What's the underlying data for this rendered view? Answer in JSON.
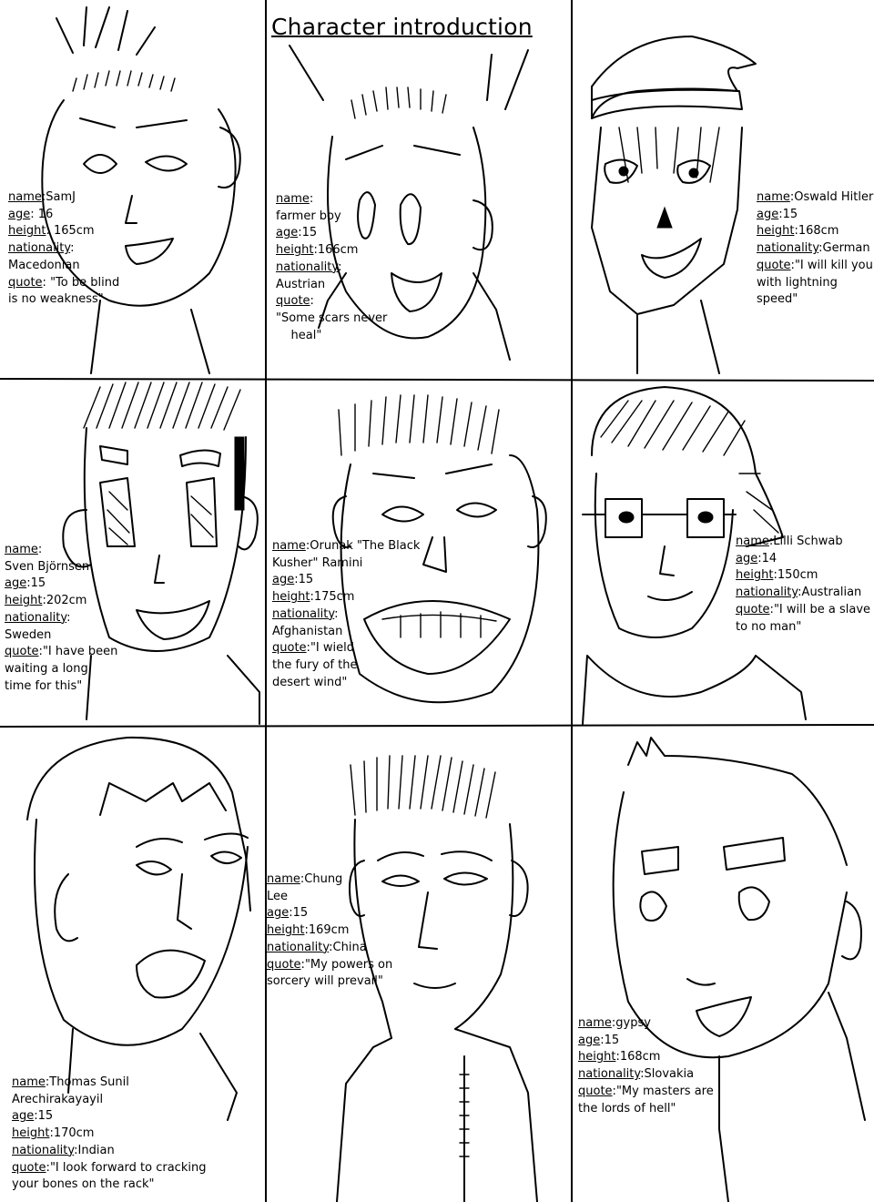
{
  "title": "Character introduction",
  "characters": [
    {
      "rows": [
        {
          "key": "name",
          "sep": ":",
          "val": "SamJ"
        },
        {
          "key": "age",
          "sep": ":",
          "val": " 16"
        },
        {
          "key": "height",
          "sep": ":",
          "val": " 165cm"
        },
        {
          "key": "nationality",
          "sep": ":",
          "val": ""
        },
        {
          "key": "",
          "sep": "",
          "val": "Macedonian"
        },
        {
          "key": "quote",
          "sep": ":",
          "val": " \"To be blind"
        },
        {
          "key": "",
          "sep": "",
          "val": "is no weakness\""
        }
      ]
    },
    {
      "rows": [
        {
          "key": "name",
          "sep": ":",
          "val": ""
        },
        {
          "key": "",
          "sep": "",
          "val": "farmer boy"
        },
        {
          "key": "age",
          "sep": ":",
          "val": "15"
        },
        {
          "key": "height",
          "sep": ":",
          "val": "166cm"
        },
        {
          "key": "nationality",
          "sep": ":",
          "val": ""
        },
        {
          "key": "",
          "sep": "",
          "val": "Austrian"
        },
        {
          "key": "quote",
          "sep": ":",
          "val": ""
        },
        {
          "key": "",
          "sep": "",
          "val": "\"Some scars never"
        },
        {
          "key": "",
          "sep": "",
          "val": "    heal\""
        }
      ]
    },
    {
      "rows": [
        {
          "key": "name",
          "sep": ":",
          "val": "Oswald Hitler"
        },
        {
          "key": "age",
          "sep": ":",
          "val": "15"
        },
        {
          "key": "height",
          "sep": ":",
          "val": "168cm"
        },
        {
          "key": "nationality",
          "sep": ":",
          "val": "German"
        },
        {
          "key": "quote",
          "sep": ":",
          "val": "\"I will kill you"
        },
        {
          "key": "",
          "sep": "",
          "val": "with lightning"
        },
        {
          "key": "",
          "sep": "",
          "val": "speed\""
        }
      ]
    },
    {
      "rows": [
        {
          "key": "name",
          "sep": ":",
          "val": ""
        },
        {
          "key": "",
          "sep": "",
          "val": "Sven Björnsen"
        },
        {
          "key": "age",
          "sep": ":",
          "val": "15"
        },
        {
          "key": "height",
          "sep": ":",
          "val": "202cm"
        },
        {
          "key": "nationality",
          "sep": ":",
          "val": ""
        },
        {
          "key": "",
          "sep": "",
          "val": "Sweden"
        },
        {
          "key": "quote",
          "sep": ":",
          "val": "\"I have been"
        },
        {
          "key": "",
          "sep": "",
          "val": "waiting a long"
        },
        {
          "key": "",
          "sep": "",
          "val": "time for this\""
        }
      ]
    },
    {
      "rows": [
        {
          "key": "name",
          "sep": ":",
          "val": "Orunak \"The Black"
        },
        {
          "key": "",
          "sep": "",
          "val": "Kusher\" Ramini"
        },
        {
          "key": "age",
          "sep": ":",
          "val": "15"
        },
        {
          "key": "height",
          "sep": ":",
          "val": "175cm"
        },
        {
          "key": "nationality",
          "sep": ":",
          "val": ""
        },
        {
          "key": "",
          "sep": "",
          "val": "Afghanistan"
        },
        {
          "key": "quote",
          "sep": ":",
          "val": "\"I wield"
        },
        {
          "key": "",
          "sep": "",
          "val": "the fury of the"
        },
        {
          "key": "",
          "sep": "",
          "val": "desert wind\""
        }
      ]
    },
    {
      "rows": [
        {
          "key": "name",
          "sep": ":",
          "val": "Lilli Schwab"
        },
        {
          "key": "age",
          "sep": ":",
          "val": "14"
        },
        {
          "key": "height",
          "sep": ":",
          "val": "150cm"
        },
        {
          "key": "nationality",
          "sep": ":",
          "val": "Australian"
        },
        {
          "key": "quote",
          "sep": ":",
          "val": "\"I will be a slave"
        },
        {
          "key": "",
          "sep": "",
          "val": "to no man\""
        }
      ]
    },
    {
      "rows": [
        {
          "key": "name",
          "sep": ":",
          "val": "Thomas Sunil"
        },
        {
          "key": "",
          "sep": "",
          "val": "Arechirakayayil"
        },
        {
          "key": "age",
          "sep": ":",
          "val": "15"
        },
        {
          "key": "height",
          "sep": ":",
          "val": "170cm"
        },
        {
          "key": "nationality",
          "sep": ":",
          "val": "Indian"
        },
        {
          "key": "quote",
          "sep": ":",
          "val": "\"I look forward to cracking"
        },
        {
          "key": "",
          "sep": "",
          "val": "your bones on the rack\""
        }
      ]
    },
    {
      "rows": [
        {
          "key": "name",
          "sep": ":",
          "val": "Chung"
        },
        {
          "key": "",
          "sep": "",
          "val": "Lee"
        },
        {
          "key": "age",
          "sep": ":",
          "val": "15"
        },
        {
          "key": "height",
          "sep": ":",
          "val": "169cm"
        },
        {
          "key": "nationality",
          "sep": ":",
          "val": "China"
        },
        {
          "key": "quote",
          "sep": ":",
          "val": "\"My powers on"
        },
        {
          "key": "",
          "sep": "",
          "val": "sorcery will prevail\""
        }
      ]
    },
    {
      "rows": [
        {
          "key": "name",
          "sep": ":",
          "val": "gypsy"
        },
        {
          "key": "age",
          "sep": ":",
          "val": "15"
        },
        {
          "key": "height",
          "sep": ":",
          "val": "168cm"
        },
        {
          "key": "nationality",
          "sep": ":",
          "val": "Slovakia"
        },
        {
          "key": "quote",
          "sep": ":",
          "val": "\"My masters are"
        },
        {
          "key": "",
          "sep": "",
          "val": "the lords of hell\""
        }
      ]
    }
  ]
}
